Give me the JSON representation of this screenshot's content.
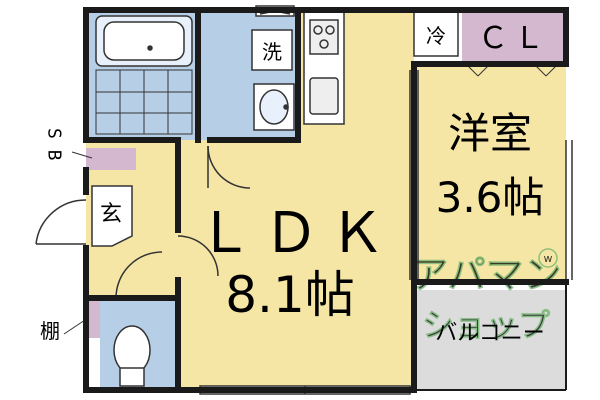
{
  "floorplan": {
    "ldk": {
      "name": "ＬＤＫ",
      "size": "8.1帖"
    },
    "western_room": {
      "name": "洋室",
      "size": "3.6帖"
    },
    "closet": {
      "label": "ＣＬ"
    },
    "fridge": {
      "label": "冷"
    },
    "washer": {
      "label": "洗"
    },
    "entrance": {
      "label": "玄"
    },
    "shoe_box": {
      "label": "S B"
    },
    "shelf": {
      "label": "棚"
    },
    "balcony": {
      "label": "バルコニー"
    },
    "watermark": {
      "line1": "アパマン",
      "line2": "ショップ"
    }
  },
  "colors": {
    "floor": "#f5e6a6",
    "wet_area": "#b7cfe6",
    "closet": "#d4b8cf",
    "balcony": "#dcdcdc",
    "wall": "#1a1a1a",
    "watermark": "#6cb36c"
  }
}
